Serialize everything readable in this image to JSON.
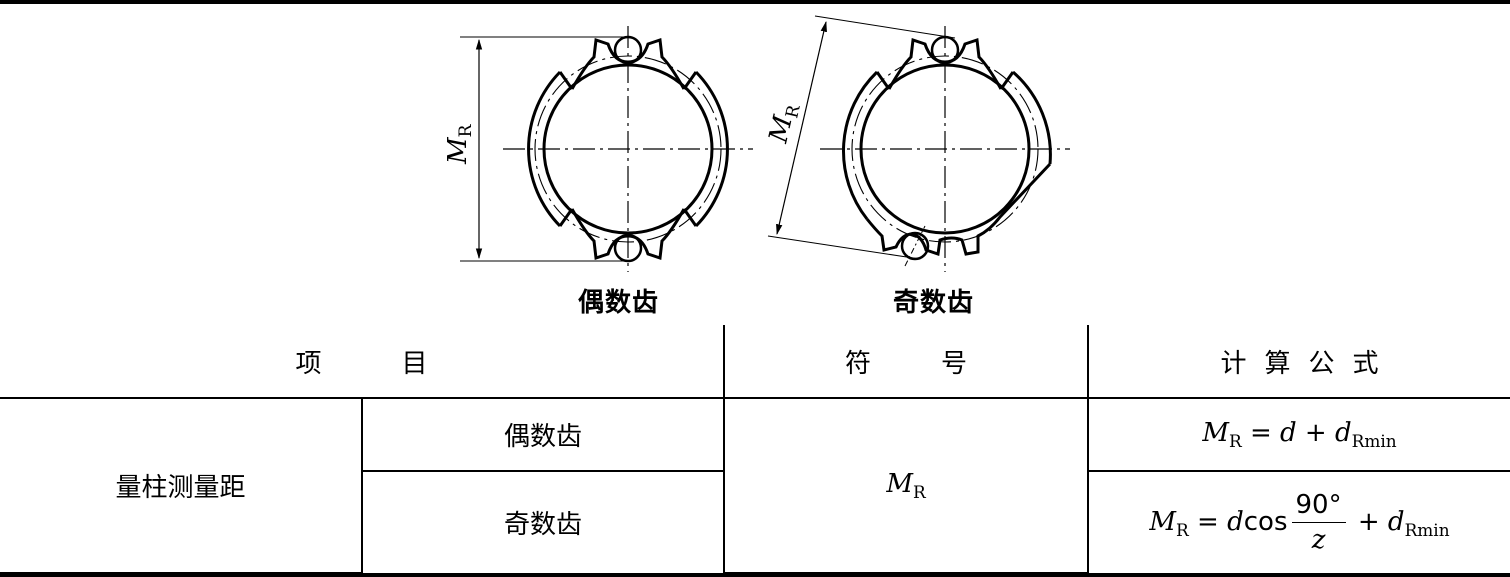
{
  "figure": {
    "even_caption": "偶数齿",
    "odd_caption": "奇数齿",
    "dimension_label_main": "M",
    "dimension_label_sub": "R"
  },
  "table": {
    "headers": {
      "item": "项目",
      "symbol": "符号",
      "formula": "计算公式"
    },
    "item_name": "量柱测量距",
    "row_even": "偶数齿",
    "row_odd": "奇数齿",
    "symbol_main": "M",
    "symbol_sub": "R",
    "formula_even": {
      "lhs": "M",
      "lhs_sub": "R",
      "eq": " = ",
      "d": "d",
      "plus": " + ",
      "dr": "d",
      "dr_sub": "Rmin"
    },
    "formula_odd": {
      "lhs": "M",
      "lhs_sub": "R",
      "eq": " = ",
      "d": "d",
      "cos": "cos",
      "num": "90°",
      "den": "z",
      "plus": " + ",
      "dr": "d",
      "dr_sub": "Rmin"
    }
  }
}
